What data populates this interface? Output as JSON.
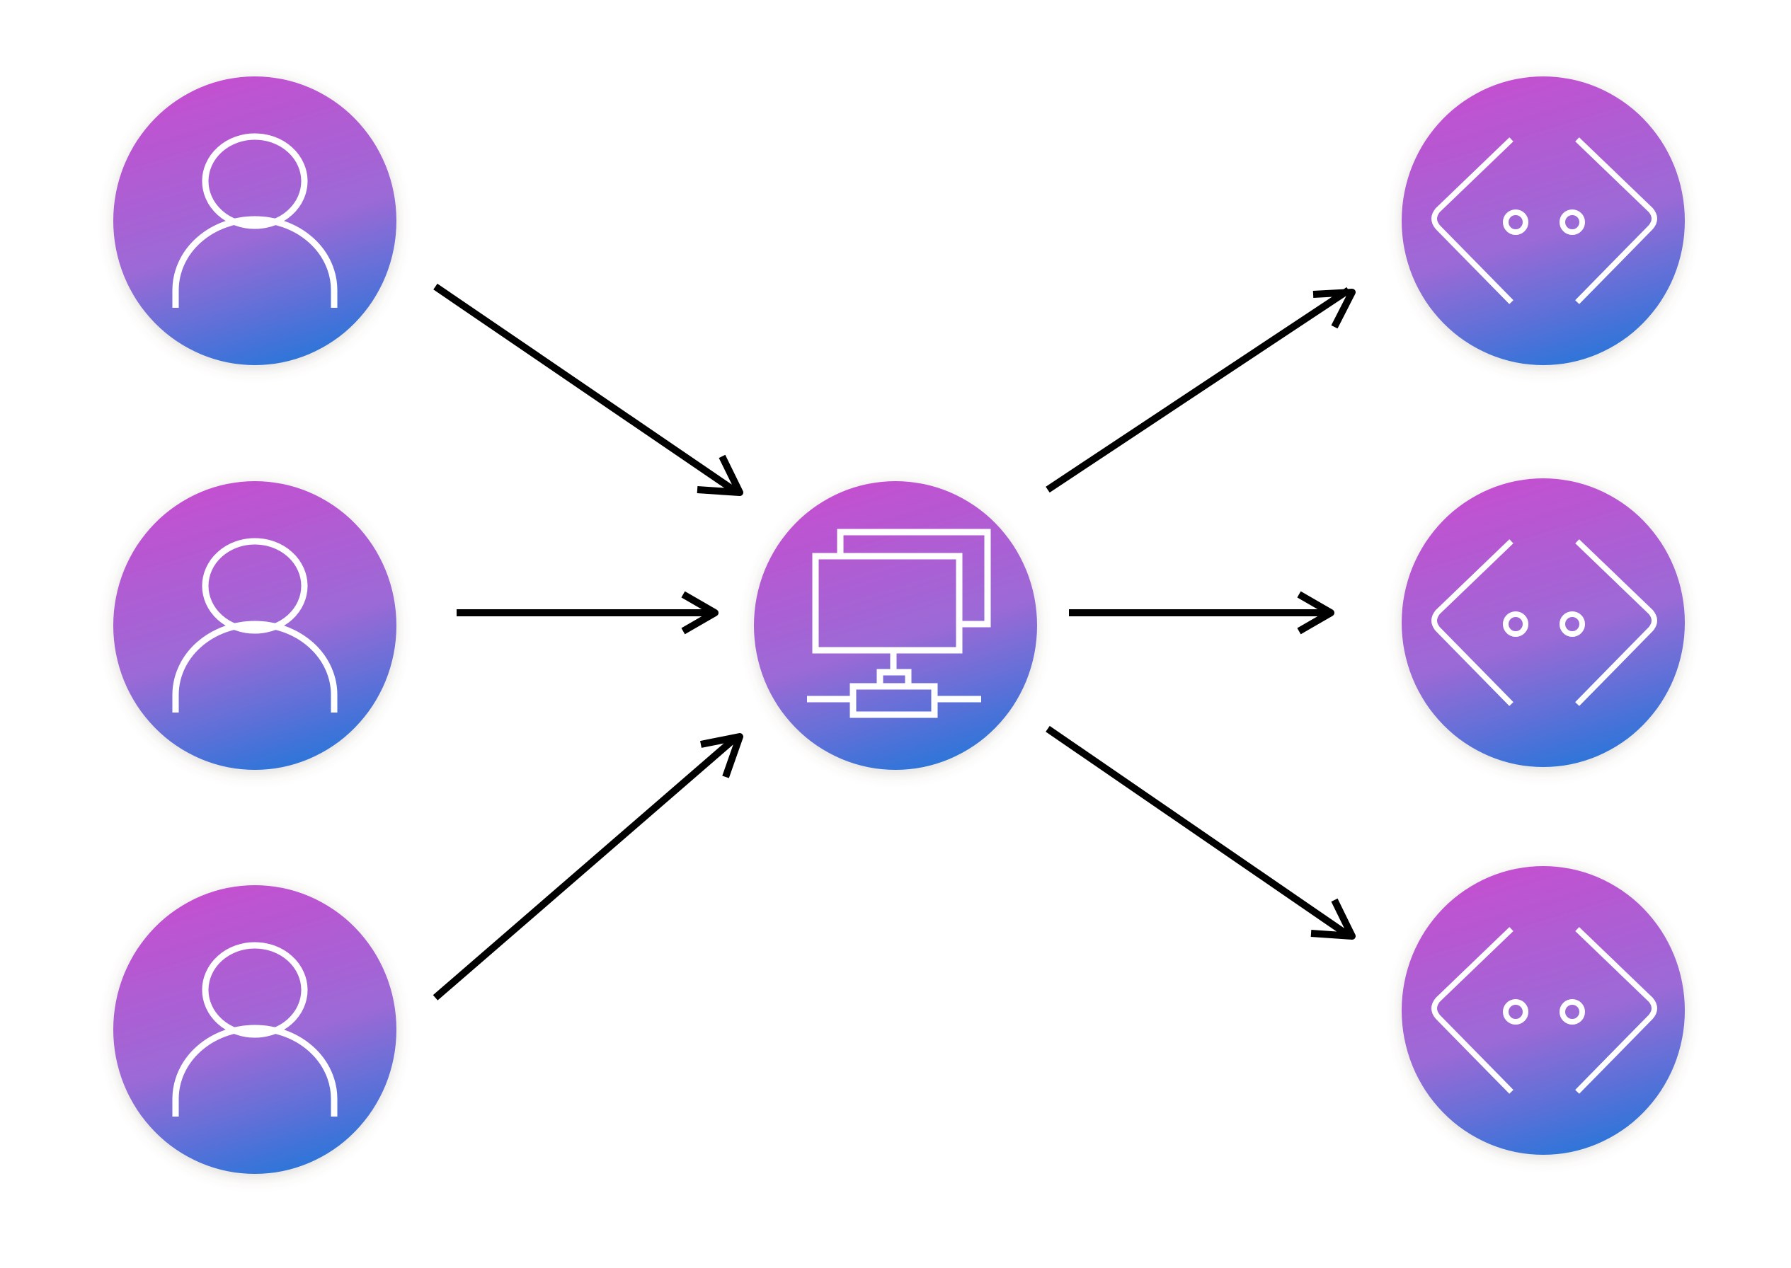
{
  "diagram": {
    "type": "flow",
    "colors": {
      "gradient_top": "#c44fd0",
      "gradient_mid": "#9b6ad6",
      "gradient_bottom": "#2a75d9",
      "icon_stroke": "#ffffff",
      "arrow": "#000000",
      "background": "#ffffff"
    },
    "nodes": [
      {
        "id": "user-1",
        "role": "source",
        "icon": "user-icon"
      },
      {
        "id": "user-2",
        "role": "source",
        "icon": "user-icon"
      },
      {
        "id": "user-3",
        "role": "source",
        "icon": "user-icon"
      },
      {
        "id": "hub",
        "role": "hub",
        "icon": "network-computer-icon"
      },
      {
        "id": "endpoint-1",
        "role": "target",
        "icon": "api-endpoint-icon"
      },
      {
        "id": "endpoint-2",
        "role": "target",
        "icon": "api-endpoint-icon"
      },
      {
        "id": "endpoint-3",
        "role": "target",
        "icon": "api-endpoint-icon"
      }
    ],
    "edges": [
      {
        "from": "user-1",
        "to": "hub"
      },
      {
        "from": "user-2",
        "to": "hub"
      },
      {
        "from": "user-3",
        "to": "hub"
      },
      {
        "from": "hub",
        "to": "endpoint-1"
      },
      {
        "from": "hub",
        "to": "endpoint-2"
      },
      {
        "from": "hub",
        "to": "endpoint-3"
      }
    ]
  }
}
